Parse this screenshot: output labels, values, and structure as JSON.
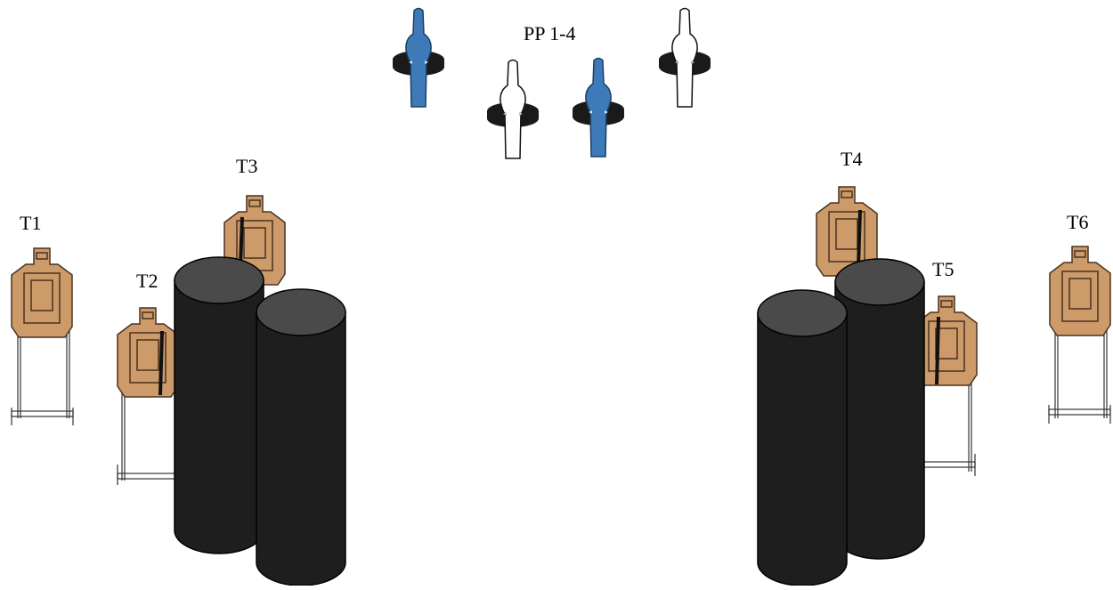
{
  "labels": {
    "poppers": "PP 1-4",
    "t1": "T1",
    "t2": "T2",
    "t3": "T3",
    "t4": "T4",
    "t5": "T5",
    "t6": "T6"
  },
  "colors": {
    "target_fill": "#cd9a6a",
    "target_stroke": "#4a3320",
    "barrel_body": "#1e1e1e",
    "barrel_top": "#4a4a4a",
    "popper_blue": "#3f7ab8",
    "popper_white": "#ffffff",
    "popper_base": "#1a1a1a"
  },
  "poppers": [
    {
      "color": "blue"
    },
    {
      "color": "white"
    },
    {
      "color": "blue"
    },
    {
      "color": "white"
    }
  ]
}
